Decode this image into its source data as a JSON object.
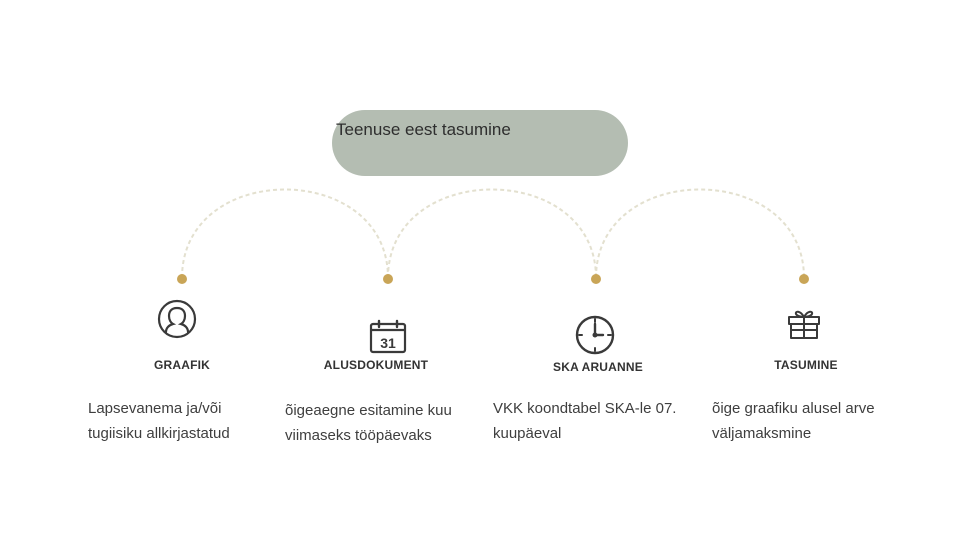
{
  "header": {
    "title": "Teenuse eest tasumine"
  },
  "colors": {
    "pill": "#b4bdb2",
    "connector": "#e3e0cf",
    "dot": "#c9a557",
    "icon": "#3a3a3a"
  },
  "steps": [
    {
      "icon": "person-icon",
      "label": "GRAAFIK",
      "description": "Lapsevanema ja/või tugiisiku allkirjastatud"
    },
    {
      "icon": "calendar-icon",
      "calendar_day": "31",
      "label": "ALUSDOKUMENT",
      "description": "õigeaegne esitamine kuu viimaseks tööpäevaks"
    },
    {
      "icon": "clock-icon",
      "label": "SKA ARUANNE",
      "description": "VKK koondtabel SKA-le 07. kuupäeval"
    },
    {
      "icon": "gift-icon",
      "label": "TASUMINE",
      "description": "õige graafiku alusel arve väljamaksmine"
    }
  ]
}
